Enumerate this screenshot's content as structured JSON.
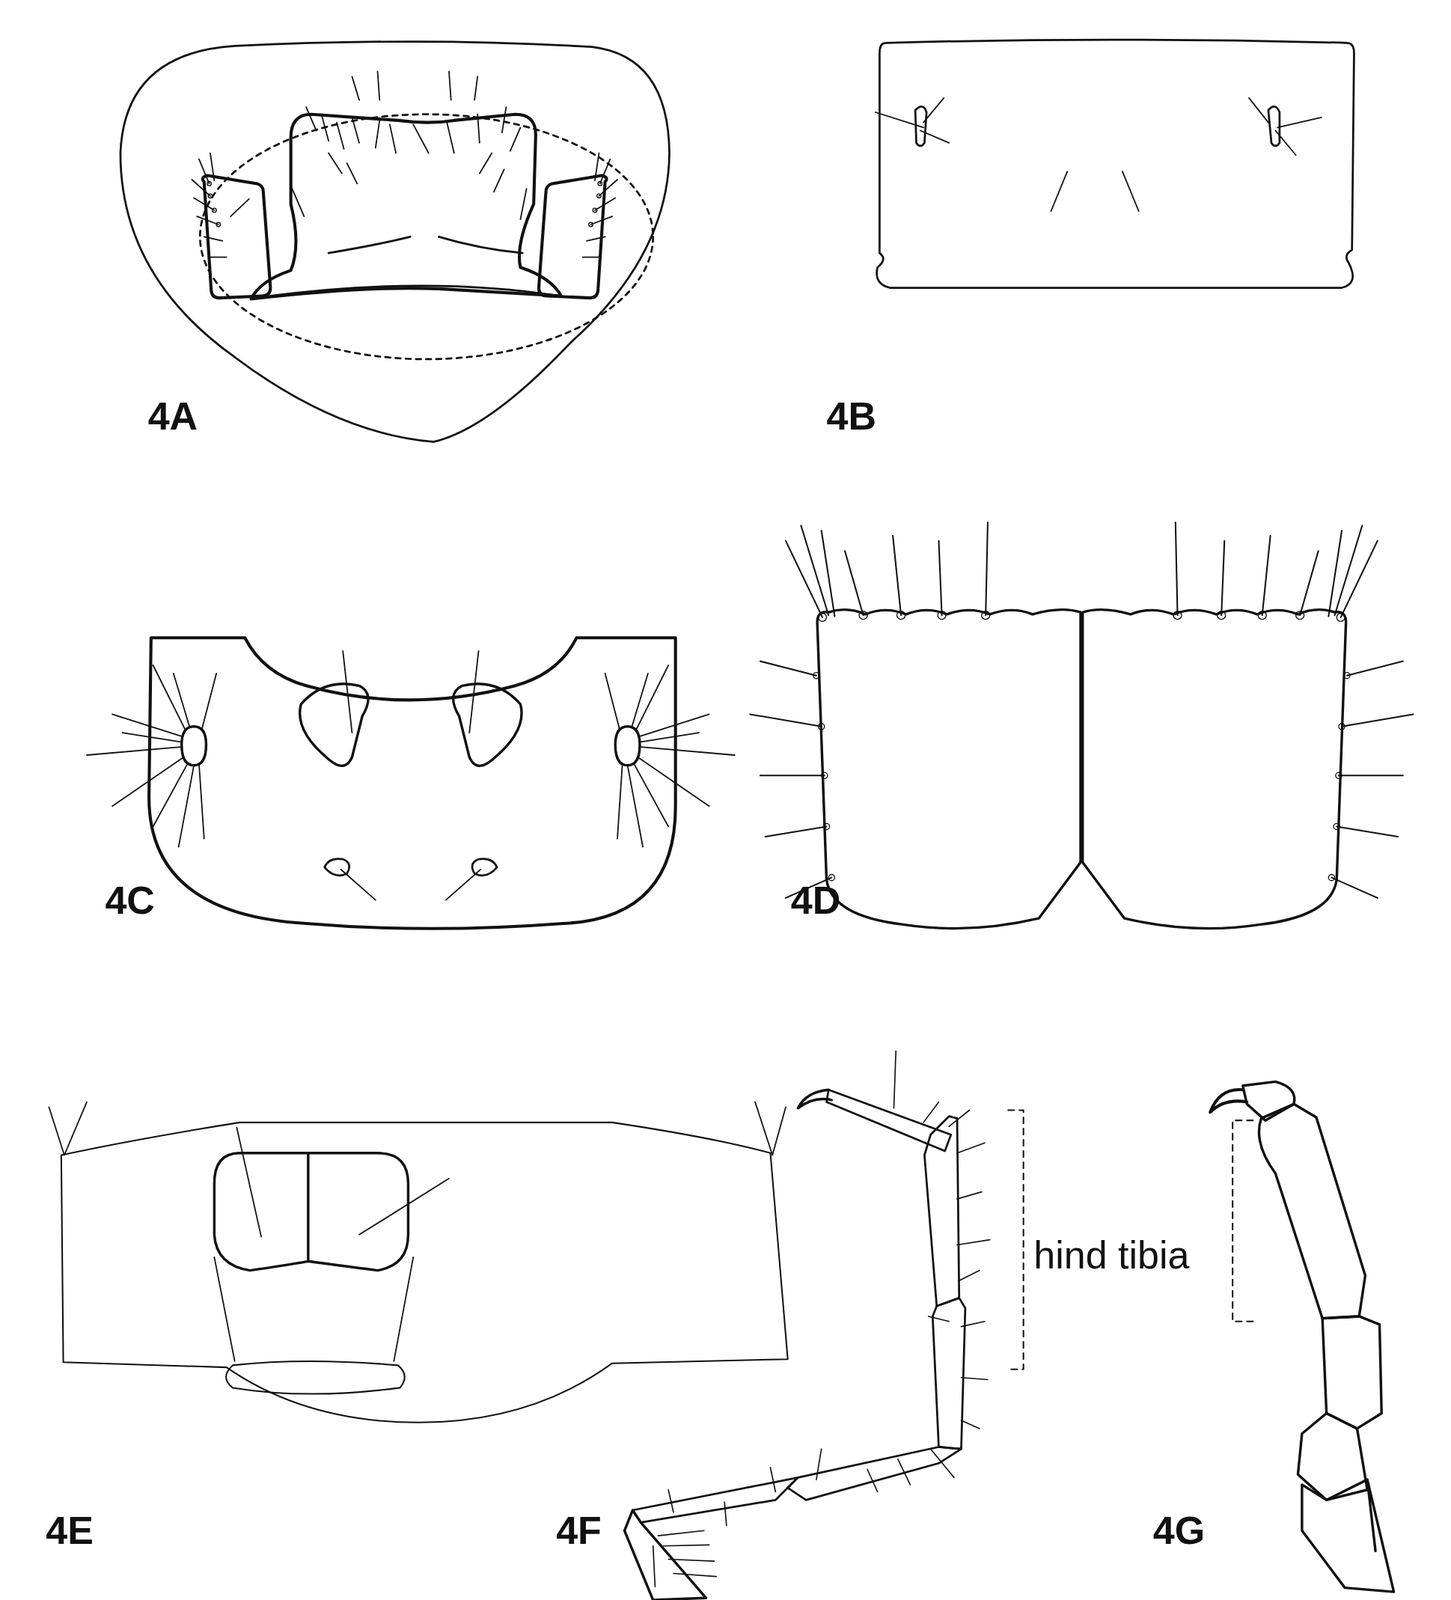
{
  "diagram": {
    "labels": [
      "4A",
      "4B",
      "4C",
      "4D",
      "hind tibia",
      "4E",
      "4F",
      "4G"
    ]
  }
}
